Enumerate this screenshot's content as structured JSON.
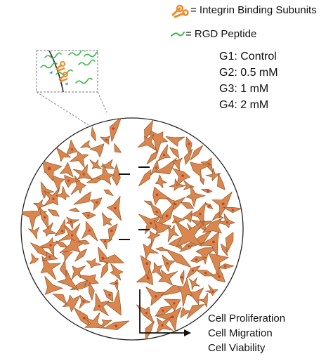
{
  "legend": {
    "integrin_label": "= Integrin Binding Subunits",
    "rgd_label": "= RGD Peptide",
    "integrin_icon": "integrin-binding-subunit",
    "rgd_icon": "rgd-peptide-strand",
    "integrin_color": "#f08a2a",
    "rgd_color": "#3db84a"
  },
  "groups": [
    "G1: Control",
    "G2: 0.5 mM",
    "G3: 1 mM",
    "G4: 2 mM"
  ],
  "outcomes": [
    "Cell Proliferation",
    "Cell Migration",
    "Cell Viability"
  ],
  "colors": {
    "cell_fill": "#d9874f",
    "cell_stroke": "#9a5526",
    "nucleus": "#c0452a",
    "dish_stroke": "#222222",
    "dashed": "#888888"
  }
}
